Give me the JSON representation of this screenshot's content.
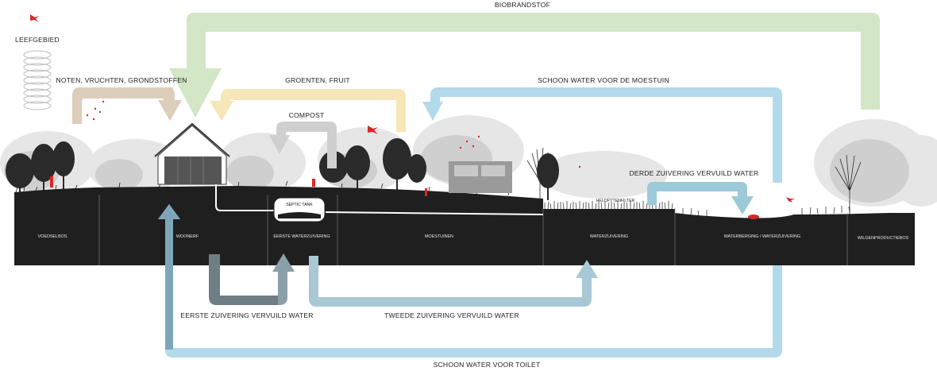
{
  "colors": {
    "biofuel": "#d3e6c6",
    "food": "#ddcdbb",
    "fruit": "#f6e6b8",
    "compost": "#cfcfcf",
    "clean_water": "#b2daea",
    "third_purification": "#9ccad8",
    "first_purification_down": "#6f7d84",
    "first_purification_up": "#8b9fa9",
    "second_purification": "#a9c8d5",
    "toilet_water": "#7ea6b8",
    "ground": "#1f1f1f",
    "accent_red": "#d9262b"
  },
  "labels": {
    "habitat": "LEEFGEBIED",
    "biofuel": "BIOBRANDSTOF",
    "food": "NOTEN, VRUCHTEN, GRONDSTOFFEN",
    "fruit": "GROENTEN, FRUIT",
    "compost": "COMPOST",
    "clean_water_garden": "SCHOON WATER VOOR DE MOESTUIN",
    "third_purification": "DERDE ZUIVERING VERVUILD WATER",
    "helophyte_filter": "HELOFYTENFILTER",
    "septic_tank": "SEPTIC TANK",
    "first_purification": "EERSTE ZUIVERING VERVUILD WATER",
    "second_purification": "TWEEDE ZUIVERING VERVUILD WATER",
    "clean_water_toilet": "SCHOON WATER VOOR TOILET"
  },
  "zones": [
    {
      "name": "VOEDSELBOS"
    },
    {
      "name": "WOONERF"
    },
    {
      "name": "EERSTE WATERZUIVERING"
    },
    {
      "name": "MOESTUINEN"
    },
    {
      "name": "WATERZUIVERING"
    },
    {
      "name": "WATERBERGING / WATERZUIVERING"
    },
    {
      "name": "WILGENPRODUCTIEBOS"
    }
  ]
}
